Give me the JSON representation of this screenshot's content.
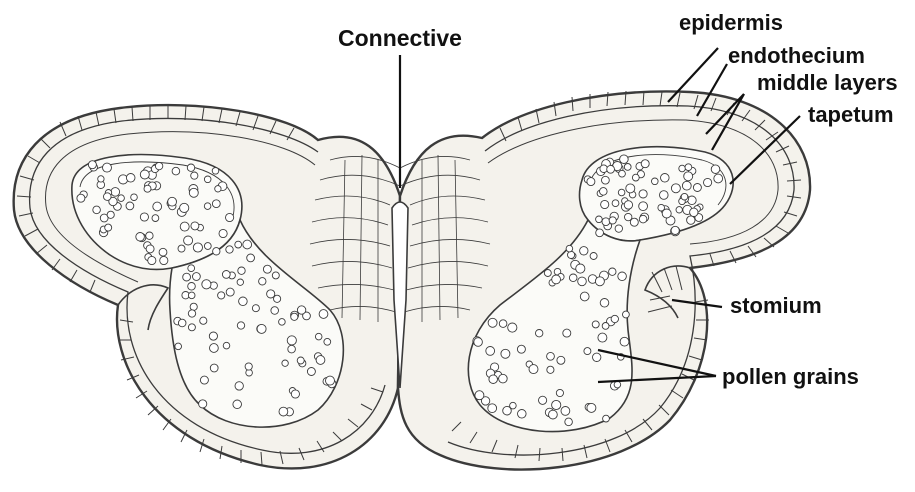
{
  "labels": {
    "connective": "Connective",
    "epidermis": "epidermis",
    "endothecium": "endothecium",
    "middle_layers": "middle layers",
    "tapetum": "tapetum",
    "stomium": "stomium",
    "pollen_grains": "pollen grains"
  },
  "colors": {
    "ink": "#3b3b3b",
    "tissue": "#f4f2ec",
    "locule": "#fbfbf8",
    "label": "#111111"
  }
}
